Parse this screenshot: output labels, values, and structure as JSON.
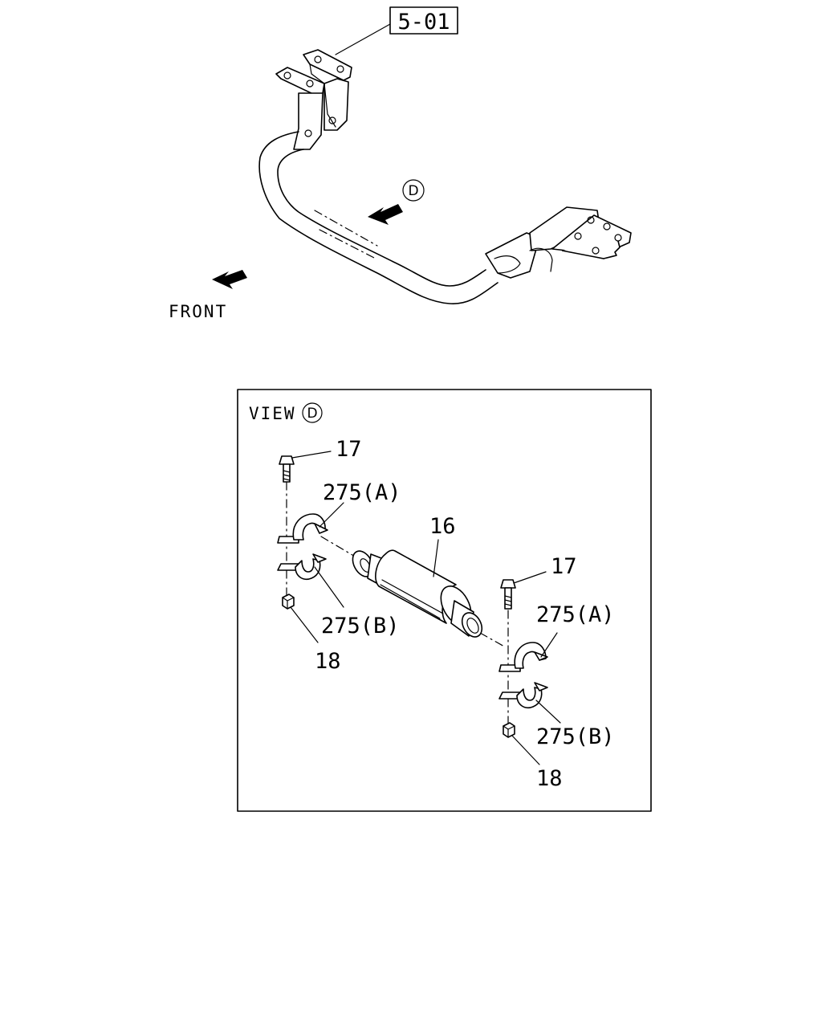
{
  "reference_box": "5-01",
  "front_label": "FRONT",
  "view_marker": "D",
  "view_box": {
    "title": "VIEW",
    "marker": "D"
  },
  "callouts": {
    "bolt_left": "17",
    "clamp_a_left": "275(A)",
    "bushing": "16",
    "clamp_b_left": "275(B)",
    "nut_left": "18",
    "bolt_right": "17",
    "clamp_a_right": "275(A)",
    "clamp_b_right": "275(B)",
    "nut_right": "18"
  }
}
